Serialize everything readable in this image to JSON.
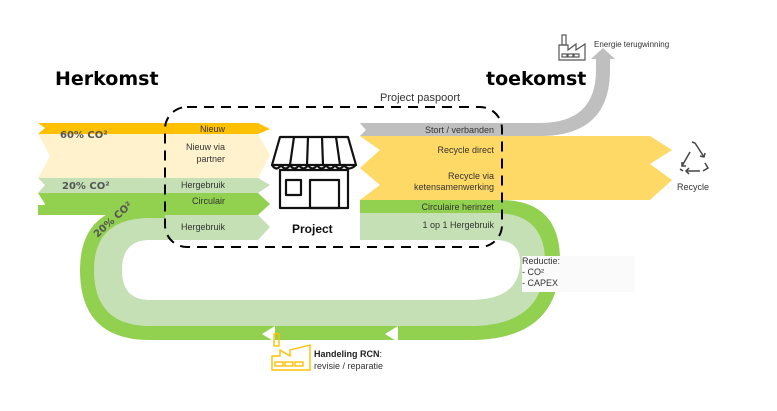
{
  "headings": {
    "origin": "Herkomst",
    "future": "toekomst",
    "passport": "Project paspoort"
  },
  "project": {
    "label": "Project",
    "icon": "storefront-icon"
  },
  "inputs": [
    {
      "label": "Nieuw",
      "co2": "60% CO²",
      "color": "#FFC000"
    },
    {
      "label": "Nieuw via partner",
      "line1": "Nieuw via",
      "line2": "partner",
      "color": "#FFF2CC"
    },
    {
      "label": "Hergebruik",
      "co2": "20% CO²",
      "color": "#C5E0B4"
    },
    {
      "label": "Circulair",
      "color": "#92D050"
    },
    {
      "label": "Hergebruik",
      "co2": "20% CO²",
      "color": "#C5E0B4"
    }
  ],
  "outputs": [
    {
      "label": "Stort / verbanden",
      "color": "#BFBFBF"
    },
    {
      "label": "Recycle direct",
      "color": "#FFD966"
    },
    {
      "label": "Recycle via ketensamenwerking",
      "line1": "Recycle via",
      "line2": "ketensamenwerking",
      "color": "#FFD966"
    },
    {
      "label": "Circulaire herinzet",
      "color": "#92D050"
    },
    {
      "label": "1 op 1 Hergebruik",
      "color": "#C5E0B4"
    }
  ],
  "destinations": {
    "energy": {
      "label": "Energie terugwinning",
      "icon": "factory-icon"
    },
    "recycle": {
      "label": "Recycle",
      "icon": "recycle-icon"
    }
  },
  "reduction": {
    "title": "Reductie:",
    "items": [
      "- CO²",
      "- CAPEX"
    ]
  },
  "handling": {
    "title": "Handeling RCN",
    "suffix": ":",
    "subtitle": "revisie /  reparatie",
    "icon": "factory-icon"
  },
  "colors": {
    "orange": "#FFC000",
    "cream": "#FFF2CC",
    "light_green": "#C5E0B4",
    "green": "#92D050",
    "yellow": "#FFD966",
    "grey": "#BFBFBF"
  }
}
